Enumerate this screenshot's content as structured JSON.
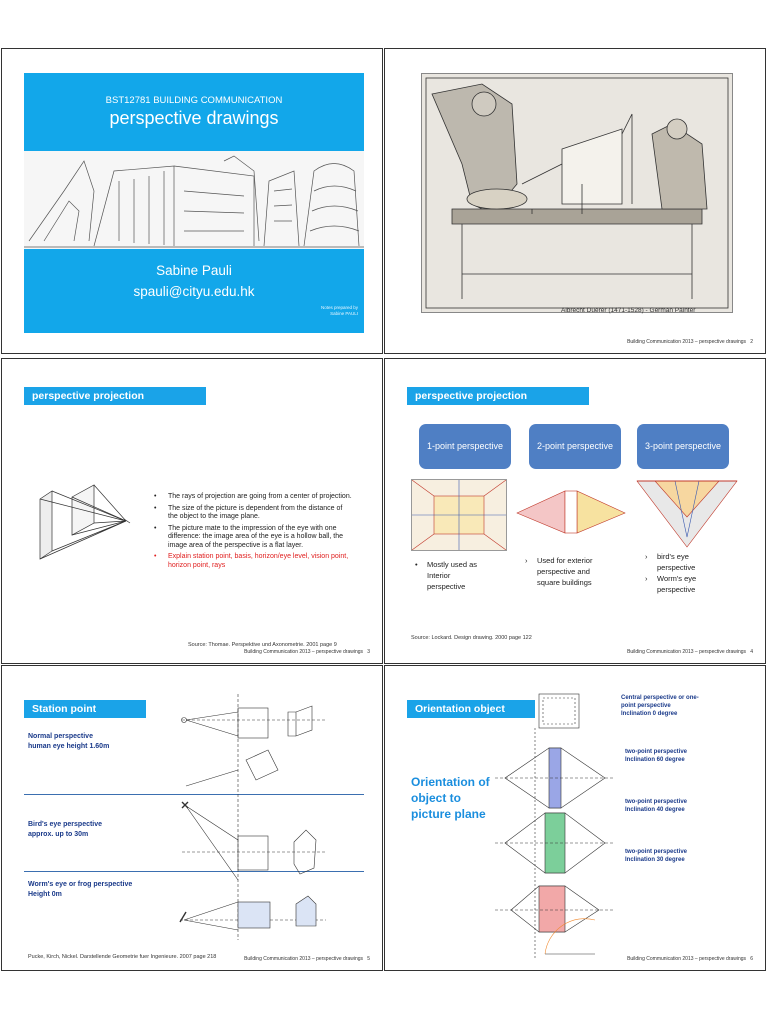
{
  "footer_text": "Building Communication 2013 – perspective drawings",
  "slide1": {
    "course_code": "BST12781 BUILDING COMMUNICATION",
    "title": "perspective drawings",
    "author": "Sabine Pauli",
    "email": "spauli@cityu.edu.hk",
    "note_line1": "Notes prepared by",
    "note_line2": "Sabine PAULI"
  },
  "slide2": {
    "caption": "Albrecht Duerer (1471-1528) - German Painter",
    "page": "2"
  },
  "slide3": {
    "title": "perspective projection",
    "bullets": [
      "The rays of projection are going from a center of projection.",
      " The size of the picture is dependent from the distance of the object to the image plane.",
      "The picture mate to the impression of the eye with one difference: the image area of the eye is a hollow ball, the image area of the perspective is a flat layer.",
      "Explain station point, basis, horizon/eye level, vision point, horizon point, rays"
    ],
    "source": "Source: Thomae. Perspektive und Axonometrie. 2001 page 9",
    "page": "3"
  },
  "slide4": {
    "title": "perspective projection",
    "buttons": [
      "1-point perspective",
      "2-point perspective",
      "3-point perspective"
    ],
    "col1": [
      "Mostly used as",
      "Interior",
      "perspective"
    ],
    "col2": [
      "Used for exterior",
      "perspective and",
      "square buildings"
    ],
    "col3a": [
      "bird's eye",
      "perspective"
    ],
    "col3b": [
      "Worm's eye",
      "perspective"
    ],
    "source": "Source: Lockard. Design drawing. 2000 page  122",
    "page": "4"
  },
  "slide5": {
    "title": "Station point",
    "normal": [
      "Normal perspective",
      "human eye height 1.60m"
    ],
    "bird": [
      "Bird's eye perspective",
      "approx. up to 30m"
    ],
    "worm": [
      "Worm's eye or frog perspective",
      "Height 0m"
    ],
    "source": "Pucke, Kirch, Nickel. Darstellende  Geometrie fuer Ingenieure. 2007 page 218",
    "page": "5"
  },
  "slide6": {
    "title": "Orientation object",
    "left_heading": [
      "Orientation of",
      "object to",
      "picture plane"
    ],
    "labels": [
      [
        "Central perspective or one-",
        "point perspective",
        "Inclination 0 degree"
      ],
      [
        "two-point perspective",
        "Inclination 60 degree"
      ],
      [
        "two-point perspective",
        "Inclination 40 degree"
      ],
      [
        "two-point perspective",
        "Inclination 30 degree"
      ]
    ],
    "page": "6"
  }
}
